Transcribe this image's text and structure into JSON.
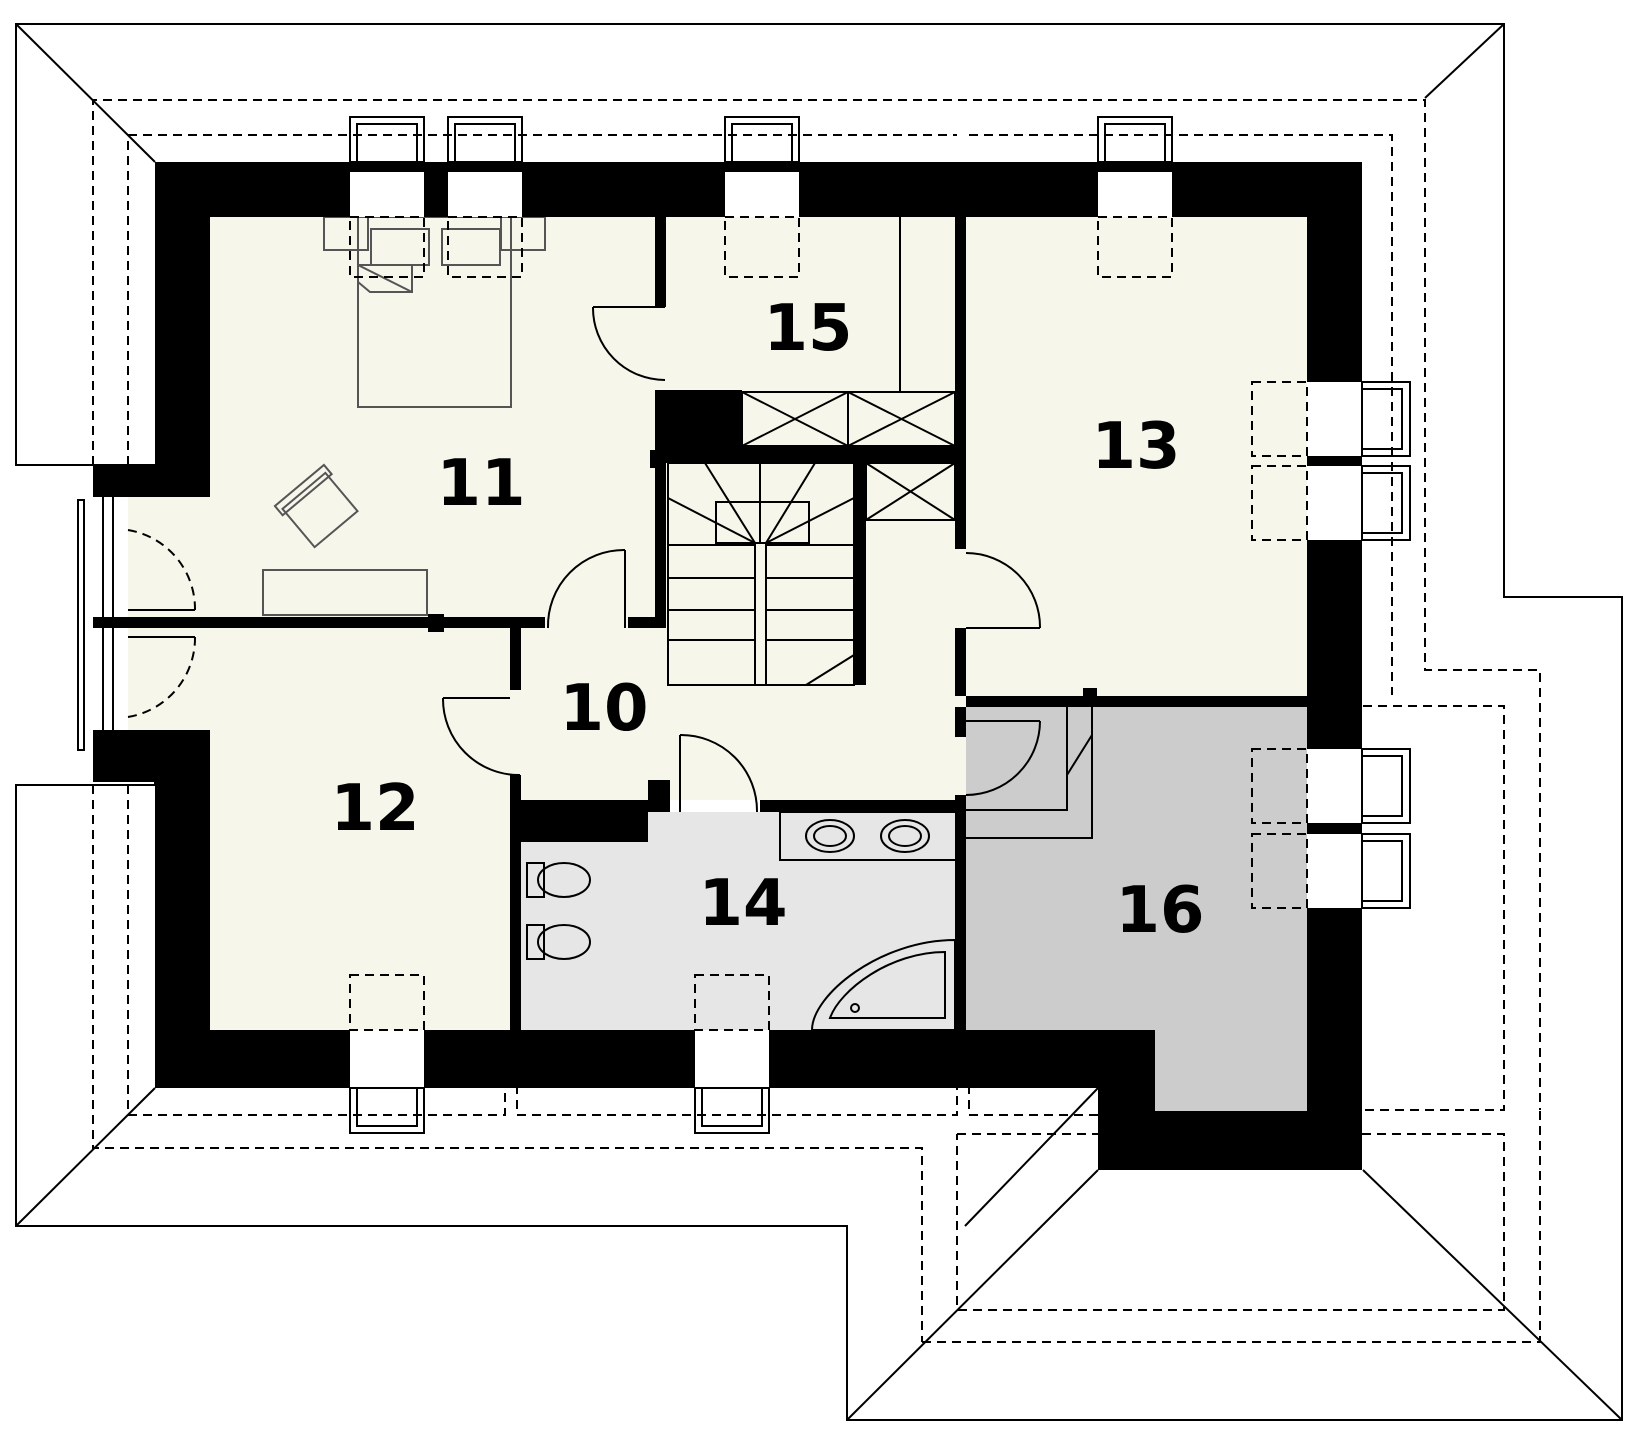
{
  "rooms": {
    "r10": "10",
    "r11": "11",
    "r12": "12",
    "r13": "13",
    "r14": "14",
    "r15": "15",
    "r16": "16"
  },
  "colors": {
    "living": "#f7f6ea",
    "bathroom": "#e6e6e6",
    "service": "#cccccc",
    "wall": "#000000",
    "roof_line": "#000000"
  }
}
